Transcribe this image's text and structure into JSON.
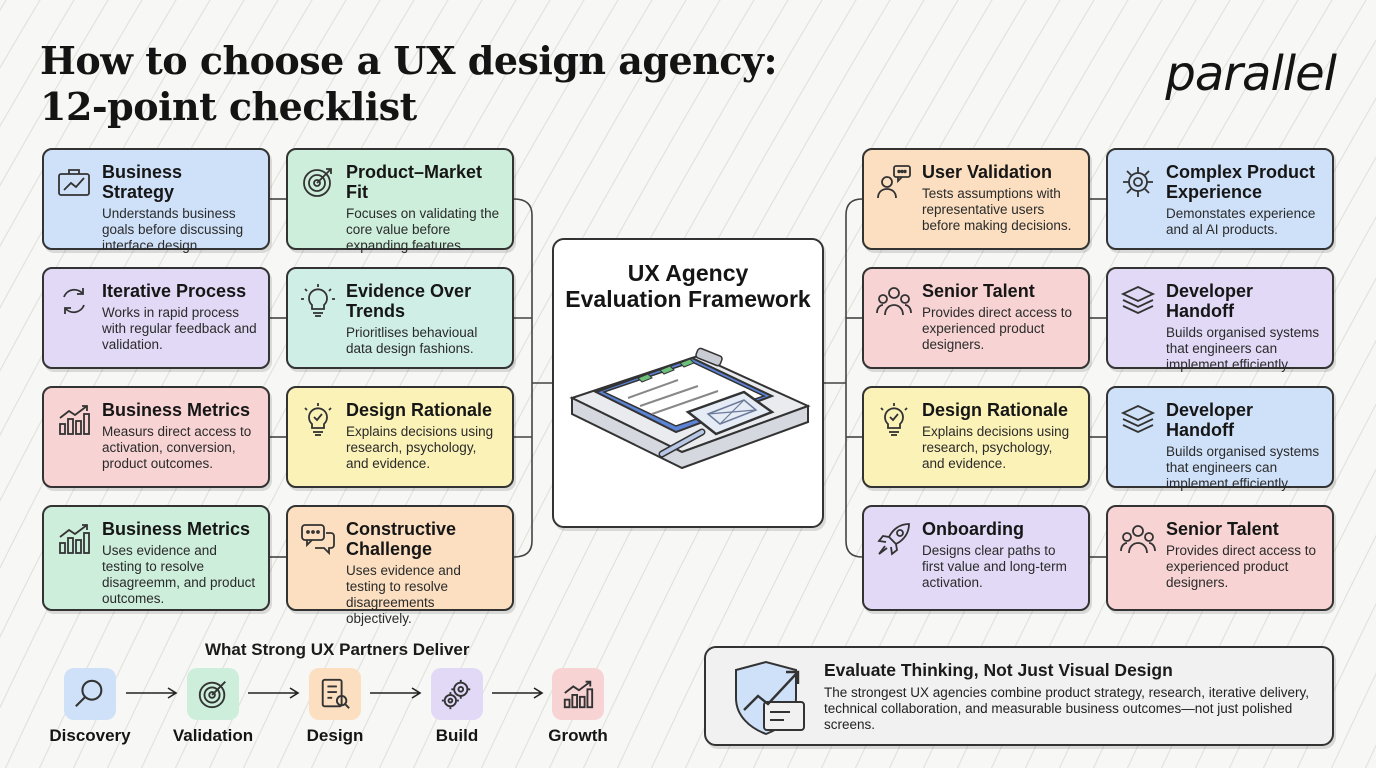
{
  "header": {
    "title_line1": "How to choose a UX design agency:",
    "title_line2": "12-point checklist",
    "logo": "parallel"
  },
  "center": {
    "title_line1": "UX Agency",
    "title_line2": "Evaluation Framework"
  },
  "cards": {
    "business_strategy": {
      "title": "Business Strategy",
      "text": "Understands business goals before discussing interface design."
    },
    "iterative_process": {
      "title": "Iterative Process",
      "text": "Works in rapid process with regular feedback and validation."
    },
    "business_metrics_1": {
      "title": "Business Metrics",
      "text": "Measurs direct access to activation, conversion, product outcomes."
    },
    "business_metrics_2": {
      "title": "Business Metrics",
      "text": "Uses evidence and testing to resolve disagreemm, and product outcomes."
    },
    "product_market_fit": {
      "title": "Product–Market Fit",
      "text": "Focuses on validating the core value before expanding features."
    },
    "evidence_over_trends": {
      "title": "Evidence Over Trends",
      "text": "Prioritlises behavioual data design fashions."
    },
    "design_rationale_1": {
      "title": "Design Rationale",
      "text": "Explains decisions using research, psychology, and evidence."
    },
    "constructive_challenge": {
      "title": "Constructive Challenge",
      "text": "Uses evidence and testing to resolve disagreements objectively."
    },
    "user_validation": {
      "title": "User Validation",
      "text": "Tests assumptions with representative users before making decisions."
    },
    "senior_talent_1": {
      "title": "Senior Talent",
      "text": "Provides direct access to experienced product designers."
    },
    "design_rationale_2": {
      "title": "Design Rationale",
      "text": "Explains decisions using research, psychology, and evidence."
    },
    "onboarding": {
      "title": "Onboarding",
      "text": "Designs clear paths to first value and long-term activation."
    },
    "complex_product": {
      "title": "Complex Product Experience",
      "text": "Demonstates experience and al AI products."
    },
    "developer_handoff_1": {
      "title": "Developer Handoff",
      "text": "Builds organised systems that engineers can implement efficiently."
    },
    "developer_handoff_2": {
      "title": "Developer Handoff",
      "text": "Builds organised systems that engineers can implement efficiently."
    },
    "senior_talent_2": {
      "title": "Senior Talent",
      "text": "Provides direct access to experienced product designers."
    }
  },
  "deliver": {
    "title": "What Strong UX Partners Deliver",
    "steps": [
      "Discovery",
      "Validation",
      "Design",
      "Build",
      "Growth"
    ]
  },
  "callout": {
    "title": "Evaluate Thinking, Not Just Visual Design",
    "text": "The strongest UX agencies combine product strategy, research, iterative delivery, technical collaboration, and measurable business outcomes—not just polished screens."
  },
  "colors": {
    "blue": "#cfe1f9",
    "green": "#cdeedb",
    "purple": "#e2d9f6",
    "teal": "#cfeee6",
    "red": "#f8d3d3",
    "yellow": "#fbf2b7",
    "orange": "#fbdfc0",
    "outline": "#333333"
  },
  "icons": {
    "business_strategy": "briefcase-chart-icon",
    "iterative_process": "cycle-arrows-icon",
    "business_metrics": "bar-chart-icon",
    "product_market_fit": "target-icon",
    "evidence_over_trends": "lightbulb-icon",
    "design_rationale": "lightbulb-check-icon",
    "constructive_challenge": "chat-bubbles-icon",
    "user_validation": "user-speech-icon",
    "senior_talent": "team-icon",
    "onboarding": "rocket-icon",
    "complex_product": "gear-network-icon",
    "developer_handoff": "layers-icon"
  }
}
